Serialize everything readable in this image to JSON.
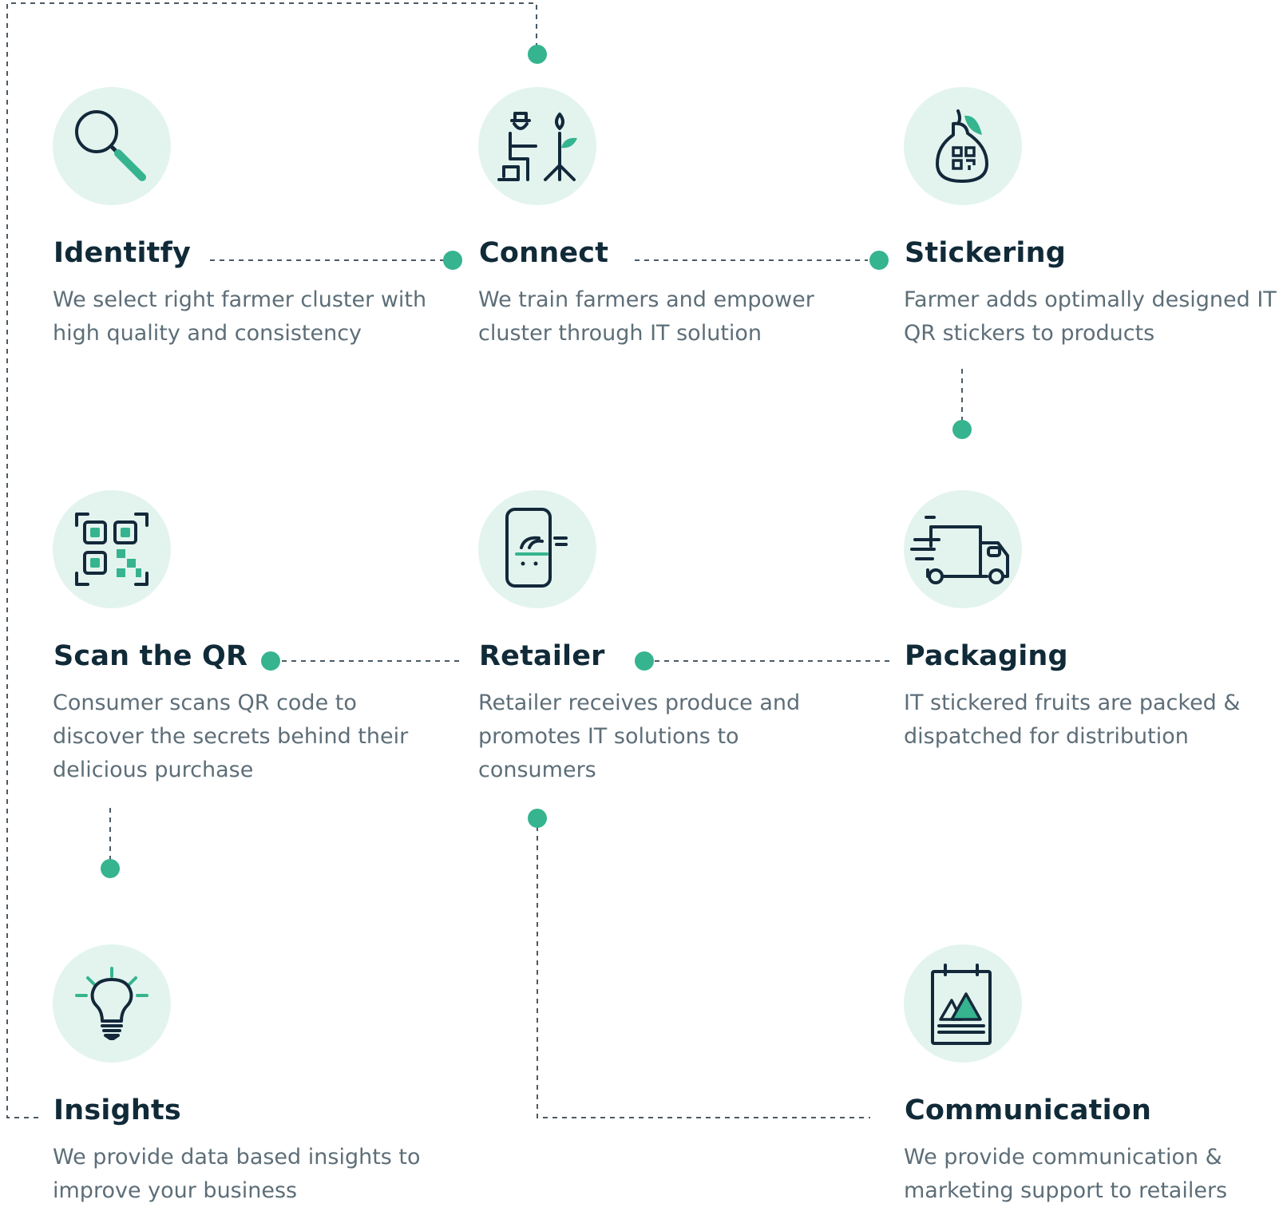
{
  "colors": {
    "accent": "#35b48f",
    "icon_bg": "#e3f4ef",
    "title": "#102a38",
    "text": "#5d6e78",
    "connector": "#4a5a66"
  },
  "steps": [
    {
      "title": "Identitfy",
      "icon": "search-icon",
      "description": "We select right farmer cluster with high quality and consistency"
    },
    {
      "title": "Connect",
      "icon": "farmer-training-icon",
      "description": "We train farmers and empower cluster through IT solution"
    },
    {
      "title": "Stickering",
      "icon": "pear-qr-sticker-icon",
      "description": "Farmer adds optimally designed IT QR stickers to products"
    },
    {
      "title": "Scan the QR",
      "icon": "qr-scan-icon",
      "description": "Consumer scans QR code to discover the secrets behind their delicious purchase"
    },
    {
      "title": "Retailer",
      "icon": "mobile-cart-icon",
      "description": "Retailer receives produce and promotes IT solutions to consumers"
    },
    {
      "title": "Packaging",
      "icon": "delivery-truck-icon",
      "description": "IT stickered fruits are packed & dispatched for distribution"
    },
    {
      "title": "Insights",
      "icon": "lightbulb-icon",
      "description": "We provide data based insights to improve your business"
    },
    {
      "title": "Communication",
      "icon": "poster-icon",
      "description": "We provide communication & marketing support to retailers"
    }
  ]
}
